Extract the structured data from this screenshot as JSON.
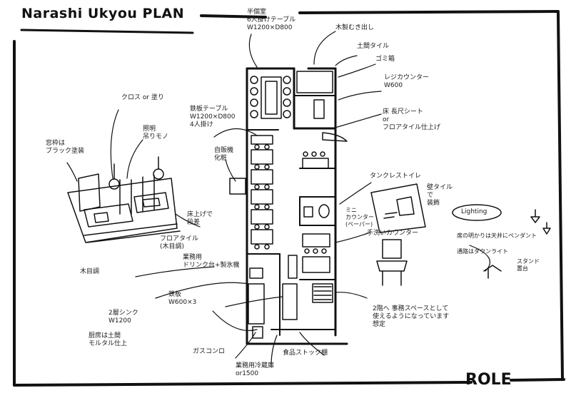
{
  "title": "Narashi Ukyou PLAN",
  "brand": "ROLE",
  "notes": {
    "half_private": "半個室\n6人掛けテーブル\nW1200×D800",
    "exposed": "木製むき出し",
    "doma_tile": "土間タイル",
    "trash": "ゴミ箱",
    "register": "レジカウンター\nW600",
    "floor": "床 長尺シート\nor\nフロアタイル仕上げ",
    "cloth": "クロス or 塗り",
    "window": "窓枠は\nブラック塗装",
    "pendant": "照明\n吊りモノ",
    "teppan_table": "鉄板テーブル\nW1200×D800\n4人掛け",
    "jihanki": "自販機\n化粧",
    "toilet": "タンクレストイレ",
    "tile_wall": "壁タイル\nで\n装飾",
    "hand_wash": "手洗いカウンター",
    "mini": "ミニ\nカウンター\n(ペーパー)",
    "lighting": "Lighting",
    "seat_lights": "席の明かりは天井にペンダント",
    "aisle_light": "通路はダウンライト",
    "floor_stand": "スタンド\n置台",
    "raised_floor": "床上げで\n段差",
    "floor_tile_wood": "フロアタイル\n(木目調)",
    "light_wood": "木目調",
    "drink_stand": "業務用\nドリンク台+製氷機",
    "teppan_grill": "鉄板\nW600×3",
    "sink": "2層シンク\nW1200",
    "kitchen_floor": "厨房は土間\nモルタル仕上",
    "gas": "ガスコンロ",
    "fridge": "業務用冷蔵庫\nor1500",
    "food_stock": "食品ストック棚",
    "stairs": "2階へ 事務スペースとして\n使えるようになっています\n想定"
  }
}
